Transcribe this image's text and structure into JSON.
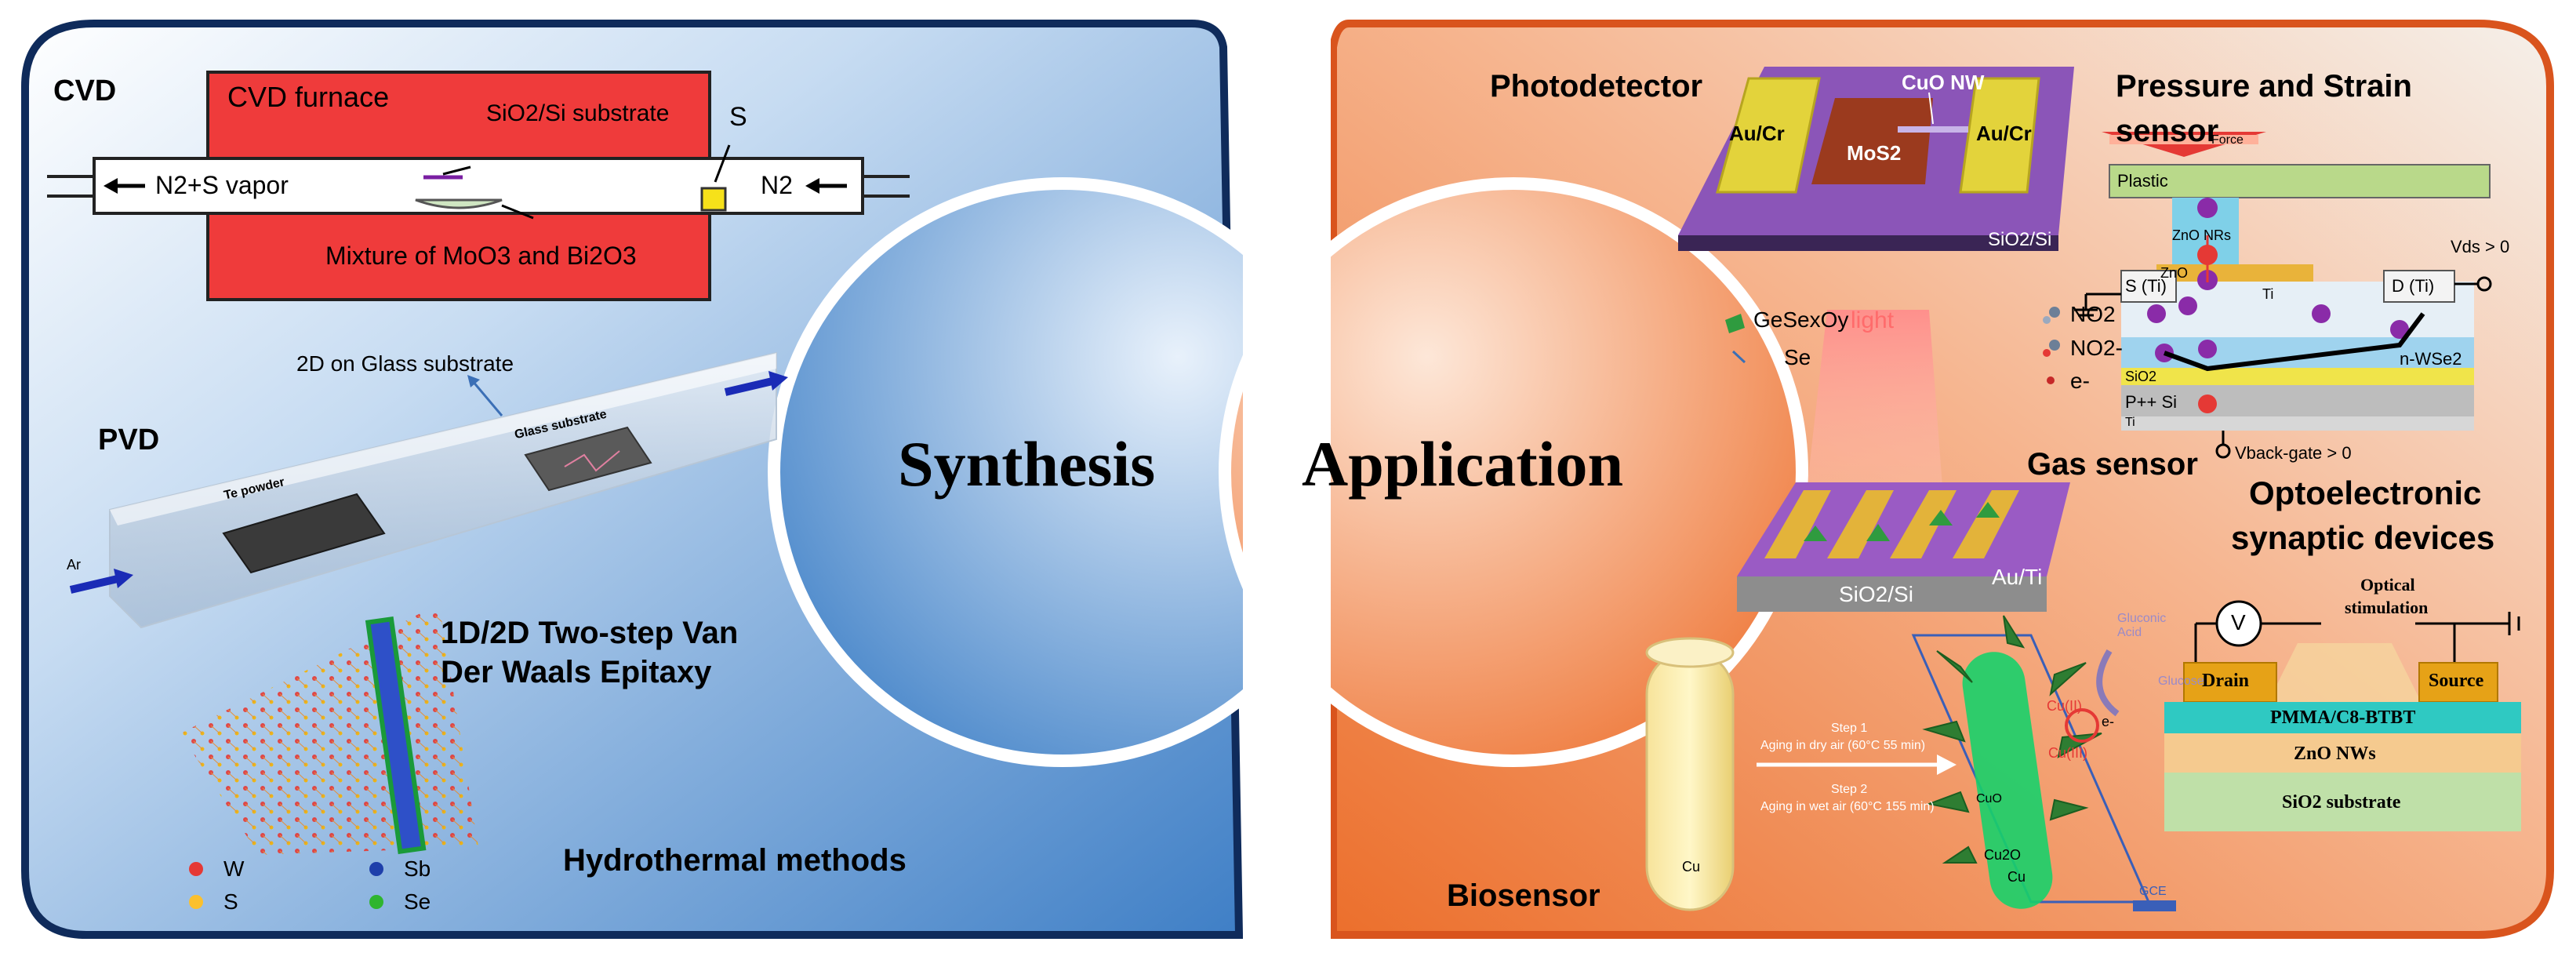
{
  "colors": {
    "synthesis_panel": "#4a86c8",
    "application_panel": "#f2844a",
    "furnace": "#ee3b3b",
    "left_border": "#0f2b5b",
    "right_border": "#d9541d"
  },
  "center": {
    "synthesis": "Synthesis",
    "application": "Application"
  },
  "synthesis": {
    "cvd": {
      "title": "CVD",
      "furnace": "CVD furnace",
      "substrate": "SiO2/Si substrate",
      "sulfur": "S",
      "outlet": "N2+S vapor",
      "inlet": "N2",
      "mixture": "Mixture of MoO3 and Bi2O3"
    },
    "pvd": {
      "title": "PVD",
      "product": "2D on Glass substrate",
      "glass": "Glass substrate",
      "source": "Te powder",
      "gas": "Ar"
    },
    "epitaxy": {
      "title_line1": "1D/2D Two-step Van",
      "title_line2": "Der Waals Epitaxy"
    },
    "legend": [
      {
        "label": "W",
        "color": "#e53935"
      },
      {
        "label": "S",
        "color": "#fbc02d"
      },
      {
        "label": "Sb",
        "color": "#1e3faa"
      },
      {
        "label": "Se",
        "color": "#2fb52f"
      }
    ],
    "hydrothermal": "Hydrothermal methods"
  },
  "application": {
    "photodetector": {
      "title": "Photodetector",
      "electrode_left": "Au/Cr",
      "electrode_right": "Au/Cr",
      "wire": "CuO NW",
      "channel": "MoS2",
      "substrate": "SiO2/Si"
    },
    "pressure": {
      "title_line1": "Pressure and Strain",
      "title_line2": "sensor",
      "force": "Force",
      "plastic": "Plastic",
      "nrs": "ZnO NRs",
      "zno": "ZnO",
      "source": "S (Ti)",
      "drain": "D (Ti)",
      "ti": "Ti",
      "channel": "n-WSe2",
      "oxide": "SiO2",
      "gate": "P++ Si",
      "ti_bottom": "Ti",
      "vds": "Vds > 0",
      "vbg": "Vback-gate > 0"
    },
    "gas": {
      "title": "Gas sensor",
      "legend_ge": "GeSexOy",
      "legend_se": "Se",
      "light": "light",
      "no2": "NO2",
      "no2_ion": "NO2-",
      "electron": "e-",
      "substrate": "SiO2/Si",
      "electrode": "Au/Ti"
    },
    "synaptic": {
      "title_line1": "Optoelectronic",
      "title_line2": "synaptic devices",
      "stimulation_line1": "Optical",
      "stimulation_line2": "stimulation",
      "meter": "V",
      "drain": "Drain",
      "source": "Source",
      "layer1": "PMMA/C8-BTBT",
      "layer2": "ZnO NWs",
      "layer3": "SiO2 substrate"
    },
    "biosensor": {
      "title": "Biosensor",
      "cu_rod": "Cu",
      "step1_title": "Step 1",
      "step1": "Aging in dry air (60°C 55 min)",
      "step2_title": "Step 2",
      "step2": "Aging in wet air (60°C 155 min)",
      "glucose": "Glucose",
      "acid": "Gluconic Acid",
      "cu2": "Cu(II)",
      "cu3": "Cu(III)",
      "electron": "e-",
      "cu2o": "Cu2O",
      "cuo": "CuO",
      "cu": "Cu",
      "gce": "GCE"
    }
  }
}
